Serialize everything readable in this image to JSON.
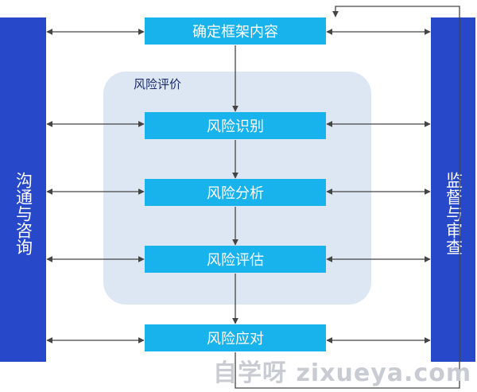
{
  "left_bar": {
    "label": "沟通与咨询"
  },
  "right_bar": {
    "label": "监督与审查"
  },
  "group": {
    "label": "风险评价"
  },
  "steps": [
    {
      "label": "确定框架内容"
    },
    {
      "label": "风险识别"
    },
    {
      "label": "风险分析"
    },
    {
      "label": "风险评估"
    },
    {
      "label": "风险应对"
    }
  ],
  "watermark": {
    "text": "自学呀 zixueya.com"
  },
  "colors": {
    "side_bar": "#2748c8",
    "step_box": "#18b3ec",
    "group_bg": "#dde7f4",
    "arrow": "#444444"
  }
}
